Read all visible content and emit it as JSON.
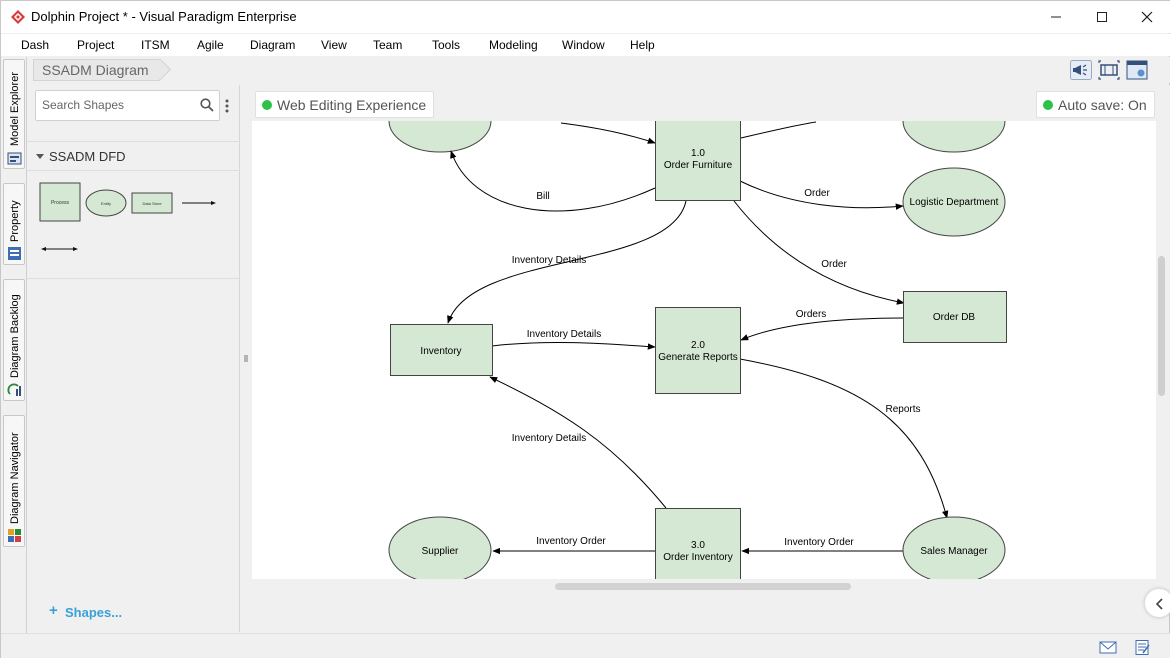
{
  "window": {
    "title": "Dolphin Project * - Visual Paradigm Enterprise",
    "minimize_glyph": "—",
    "maximize_glyph": "☐",
    "close_glyph": "✕"
  },
  "menu": [
    "Dash",
    "Project",
    "ITSM",
    "Agile",
    "Diagram",
    "View",
    "Team",
    "Tools",
    "Modeling",
    "Window",
    "Help"
  ],
  "breadcrumb": "SSADM Diagram",
  "left_tabs": [
    "Model Explorer",
    "Property",
    "Diagram Backlog",
    "Diagram Navigator"
  ],
  "shapes_panel": {
    "search_placeholder": "Search Shapes",
    "group_title": "SSADM DFD",
    "palette_labels": {
      "process": "Process",
      "entity": "Entity",
      "data_store": "Data Store"
    },
    "add_shapes_plus": "+",
    "add_shapes_label": "Shapes..."
  },
  "canvas": {
    "web_editing_label": "Web Editing Experience",
    "auto_save_label": "Auto save: On",
    "status_color": "#2cc24a",
    "process_fill": "#d5e8d4",
    "processes": [
      {
        "id": "1.0",
        "name": "Order Furniture"
      },
      {
        "id": "2.0",
        "name": "Generate Reports"
      },
      {
        "id": "3.0",
        "name": "Order Inventory"
      }
    ],
    "entities": {
      "logistic": "Logistic Department",
      "supplier": "Supplier",
      "sales_manager": "Sales Manager"
    },
    "stores": {
      "inventory": "Inventory",
      "order_db": "Order DB"
    },
    "flows": {
      "bill": "Bill",
      "order_logistic": "Order",
      "order_db": "Order",
      "inv_details_1": "Inventory Details",
      "inv_details_2": "Inventory Details",
      "inv_details_3": "Inventory Details",
      "orders": "Orders",
      "reports": "Reports",
      "inv_order_supplier": "Inventory Order",
      "inv_order_sales": "Inventory Order"
    }
  }
}
